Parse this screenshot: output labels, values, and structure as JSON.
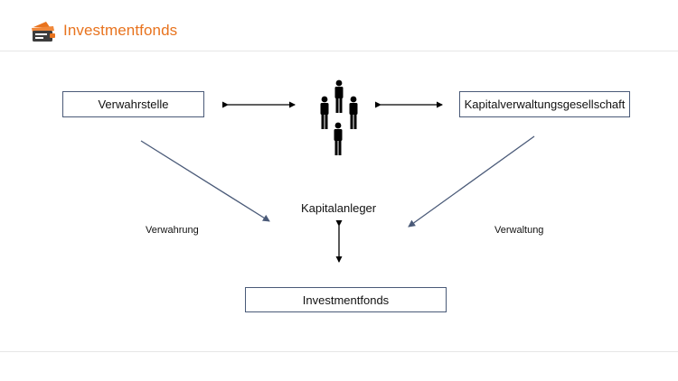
{
  "header": {
    "brand": "Investmentfonds",
    "logo_icon": "wallet-icon",
    "brand_color": "#e8731e"
  },
  "diagram": {
    "nodes": {
      "custodian": "Verwahrstelle",
      "management_company": "Kapitalverwaltungsgesellschaft",
      "investors": "Kapitalanleger",
      "fund": "Investmentfonds"
    },
    "edge_labels": {
      "custody": "Verwahrung",
      "management": "Verwaltung"
    },
    "investors_icon": "people-group-icon",
    "box_border_color": "#4a5a78",
    "arrow_color": "#4a5a78"
  }
}
